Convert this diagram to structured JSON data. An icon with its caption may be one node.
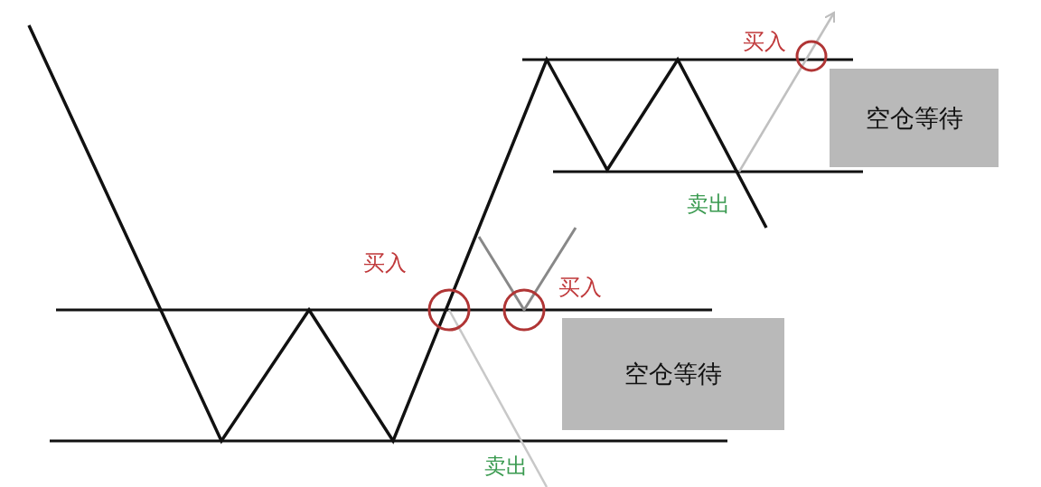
{
  "diagram": {
    "nodes": [
      {
        "text": [
          "空仓等待"
        ]
      },
      {
        "text": [
          "空仓等待"
        ]
      }
    ],
    "labels": [
      "买入",
      "卖出",
      "买入",
      "买入",
      "卖出"
    ]
  }
}
